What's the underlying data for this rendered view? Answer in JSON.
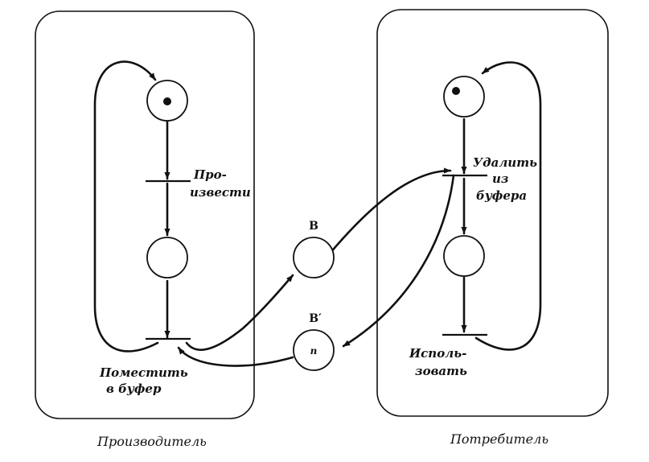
{
  "producer": {
    "caption": "Производитель",
    "transitions": {
      "produce": [
        "Про-",
        "извести"
      ],
      "put": [
        "Поместить",
        "в буфер"
      ]
    }
  },
  "consumer": {
    "caption": "Потребитель",
    "transitions": {
      "remove": [
        "Удалить",
        "из",
        "буфера"
      ],
      "use": [
        "Исполь-",
        "зовать"
      ]
    }
  },
  "buffer": {
    "place_b": "B",
    "place_b_prime": "B′",
    "b_prime_tokens": "n"
  },
  "colors": {
    "ink": "#111111",
    "paper": "#ffffff"
  }
}
